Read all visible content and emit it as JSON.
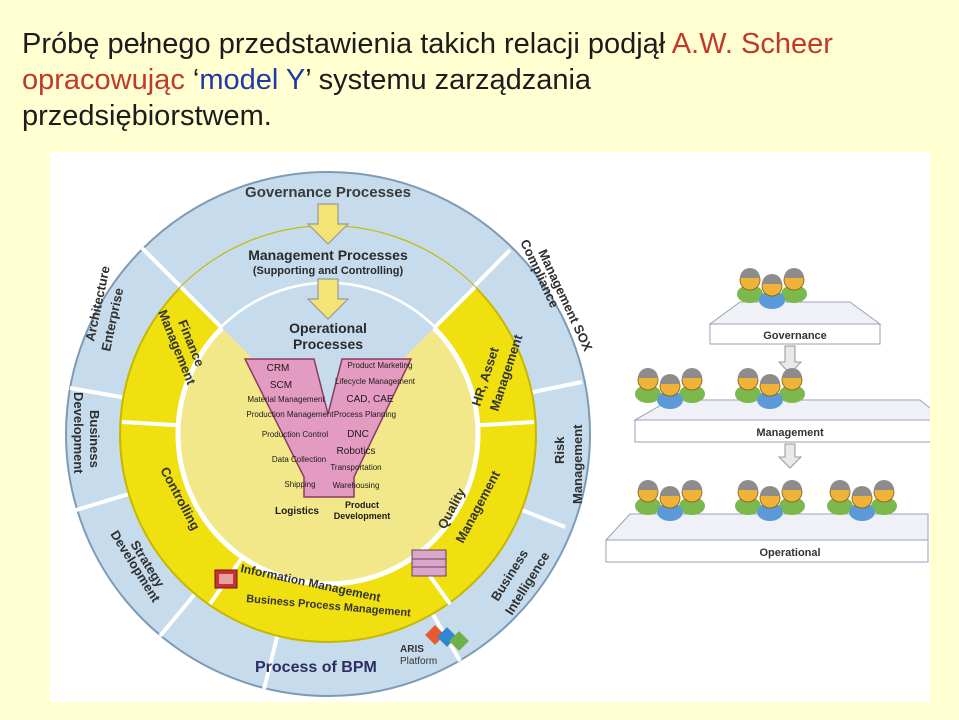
{
  "title": {
    "part1": "Próbę pełnego przedstawienia takich relacji podjął ",
    "author": "A.W. Scheer",
    "part2": "opracowując ",
    "quote_open": "‘",
    "model": "model Y",
    "quote_close": "’",
    "part3": " systemu zarządzania",
    "part4": "przedsiębiorstwem."
  },
  "wheel": {
    "governance": "Governance Processes",
    "management_title": "Management Processes",
    "management_sub": "(Supporting and Controlling)",
    "operational_1": "Operational",
    "operational_2": "Processes",
    "outer_segments": {
      "enterprise_1": "Enterprise",
      "enterprise_2": "Architecture",
      "business_dev_1": "Business",
      "business_dev_2": "Development",
      "strategy_1": "Strategy",
      "strategy_2": "Development",
      "compliance_1": "Compliance",
      "compliance_2": "Management SOX",
      "risk_1": "Risk",
      "risk_2": "Management",
      "bi_1": "Business",
      "bi_2": "Intelligence",
      "bpm": "Process of BPM"
    },
    "middle_segments": {
      "finance_1": "Finance",
      "finance_2": "Management",
      "controlling": "Controlling",
      "hr_1": "HR, Asset",
      "hr_2": "Management",
      "quality_1": "Quality",
      "quality_2": "Management",
      "info_mgmt": "Information Management",
      "bp_mgmt": "Business Process Management"
    },
    "y_left": [
      "CRM",
      "SCM",
      "Material Management",
      "Production Management",
      "Production Control",
      "Data Collection",
      "Shipping"
    ],
    "y_right": [
      "Product Marketing",
      "Lifecycle Management",
      "CAD, CAE",
      "Process Planning",
      "DNC",
      "Robotics",
      "Transportation",
      "Warehousing"
    ],
    "logistics": "Logistics",
    "product_dev_1": "Product",
    "product_dev_2": "Development",
    "aris_1": "ARIS",
    "aris_2": "Platform"
  },
  "pyramid": {
    "governance": "Governance",
    "management": "Management",
    "operational": "Operational"
  },
  "colors": {
    "outer_ring": "#c6dcec",
    "middle_ring": "#f0e010",
    "inner_circle": "#f2e88a",
    "y_shape": "#e49bc1",
    "arrow": "#f3e476",
    "platform": "#eff1f6"
  }
}
